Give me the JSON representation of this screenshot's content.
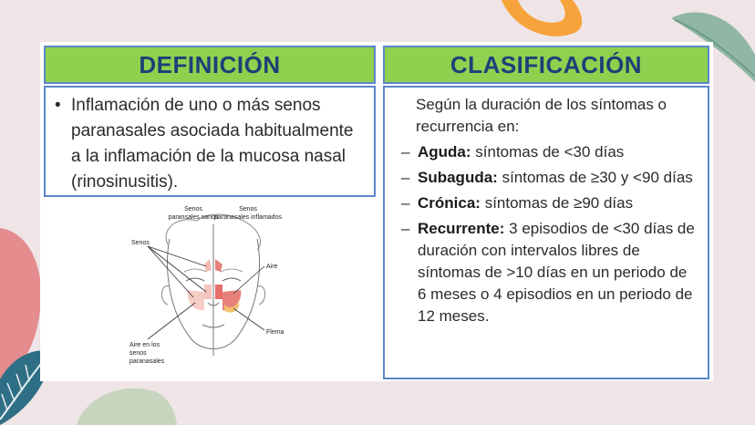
{
  "definicion": {
    "title": "DEFINICIÓN",
    "bullet": "•",
    "text": "Inflamación de uno o más senos paranasales asociada habitualmente a la inflamación de la mucosa nasal (rinosinusitis)."
  },
  "clasificacion": {
    "title": "CLASIFICACIÓN",
    "intro": "Según la duración de los síntomas o recurrencia en:",
    "items": [
      {
        "label": "Aguda:",
        "text": " síntomas de <30 días"
      },
      {
        "label": "Subaguda:",
        "text": " síntomas de ≥30 y <90 días"
      },
      {
        "label": "Crónica:",
        "text": " síntomas de ≥90 días"
      },
      {
        "label": "Recurrente:",
        "text": " 3 episodios de <30 días de duración con intervalos libres de síntomas de >10 días en un periodo de 6 meses o 4 episodios en un periodo de 12 meses."
      }
    ]
  },
  "figure": {
    "left_title_1": "Senos",
    "left_title_2": "paransales sanos",
    "right_title_1": "Senos",
    "right_title_2": "paranasales inflamados",
    "label_senos": "Senos",
    "label_aire": "Aire",
    "label_flema": "Flema",
    "label_aire_senos_1": "Aire en los",
    "label_aire_senos_2": "senos",
    "label_aire_senos_3": "paranasales"
  },
  "colors": {
    "header_green": "#8fd14f",
    "border_blue": "#5b86c9",
    "title_navy": "#1f3f78",
    "inflamed": "#e8807a"
  }
}
